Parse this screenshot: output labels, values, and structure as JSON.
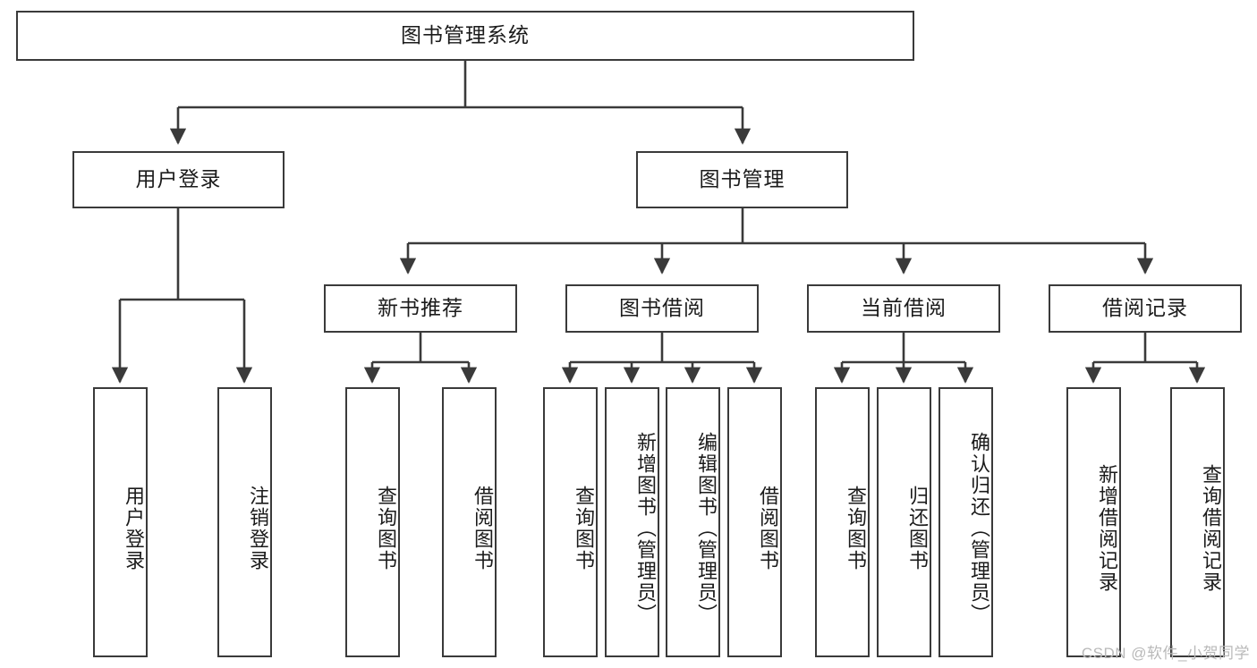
{
  "diagram": {
    "title": "图书管理系统",
    "type": "tree-hierarchy",
    "root": {
      "label": "图书管理系统"
    },
    "level2": [
      {
        "label": "用户登录"
      },
      {
        "label": "图书管理"
      }
    ],
    "level3": [
      {
        "label": "新书推荐"
      },
      {
        "label": "图书借阅"
      },
      {
        "label": "当前借阅"
      },
      {
        "label": "借阅记录"
      }
    ],
    "leaves": {
      "user_login": [
        {
          "label": "用户登录"
        },
        {
          "label": "注销登录"
        }
      ],
      "new_book_recommend": [
        {
          "label": "查询图书"
        },
        {
          "label": "借阅图书"
        }
      ],
      "book_borrow": [
        {
          "label": "查询图书"
        },
        {
          "label": "新增图书（管理员）"
        },
        {
          "label": "编辑图书（管理员）"
        },
        {
          "label": "借阅图书"
        }
      ],
      "current_borrow": [
        {
          "label": "查询图书"
        },
        {
          "label": "归还图书"
        },
        {
          "label": "确认归还（管理员）"
        }
      ],
      "borrow_record": [
        {
          "label": "新增借阅记录"
        },
        {
          "label": "查询借阅记录"
        }
      ]
    }
  },
  "watermark": {
    "text": "CSDN @软件_小贺同学"
  },
  "colors": {
    "border": "#3a3a3a",
    "text": "#1b1b1b",
    "background": "#ffffff",
    "watermark": "#b9b9b9"
  }
}
